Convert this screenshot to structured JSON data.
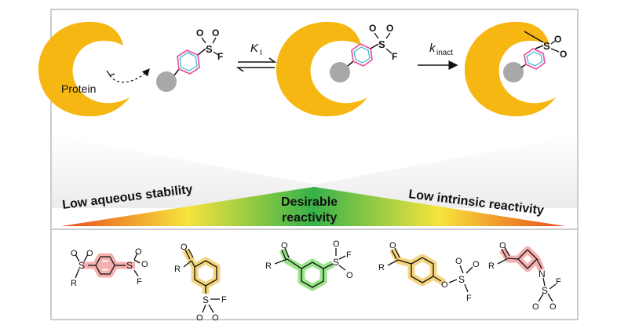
{
  "scheme": {
    "protein_label": "Protein",
    "ki_label": "K",
    "ki_sub": "I",
    "kinact_label": "k",
    "kinact_sub": "inact",
    "atoms": {
      "S": "S",
      "O": "O",
      "F": "F"
    }
  },
  "spectrum": {
    "left_label": "Low aqueous stability",
    "center_label_1": "Desirable",
    "center_label_2": "reactivity",
    "right_label": "Low intrinsic reactivity",
    "colors": [
      "#e84a1c",
      "#f7e43c",
      "#36b24a",
      "#f7e43c",
      "#e84a1c"
    ]
  },
  "compounds": [
    {
      "name": "aryl-sulfonyl-fluoride-sulfone",
      "glow": "#f2a3a0",
      "atoms": [
        "O",
        "S",
        "O",
        "R",
        "S",
        "O",
        "O",
        "F"
      ]
    },
    {
      "name": "aryl-ketone-sulfonyl-fluoride",
      "glow": "#f3d070",
      "atoms": [
        "O",
        "R",
        "S",
        "O",
        "O",
        "F"
      ]
    },
    {
      "name": "benzyl-ketone-sulfonyl-fluoride",
      "glow": "#8fe07f",
      "atoms": [
        "O",
        "R",
        "S",
        "O",
        "O",
        "F"
      ]
    },
    {
      "name": "aryl-fluorosulfate",
      "glow": "#f3d070",
      "atoms": [
        "O",
        "R",
        "O",
        "S",
        "O",
        "O",
        "F"
      ]
    },
    {
      "name": "azetidine-sulfamoyl-fluoride",
      "glow": "#f2a3a0",
      "atoms": [
        "O",
        "R",
        "N",
        "S",
        "O",
        "O",
        "F"
      ]
    }
  ],
  "colors": {
    "protein": "#f6b712",
    "ligand": "#a8a8a8",
    "ring_pink": "#e85aa3",
    "ring_teal": "#2fb9c9"
  }
}
